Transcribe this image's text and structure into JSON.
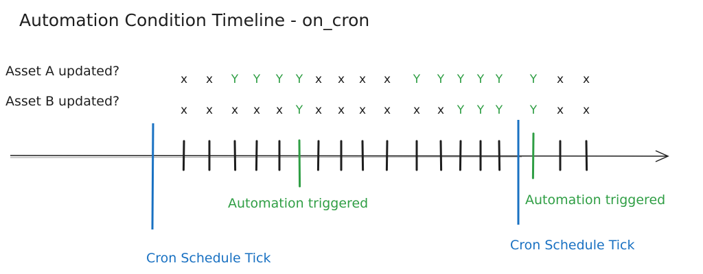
{
  "title": "Automation Condition Timeline - on_cron",
  "rows": [
    {
      "label": "Asset A updated?",
      "values": [
        "x",
        "x",
        "Y",
        "Y",
        "Y",
        "Y",
        "x",
        "x",
        "x",
        "x",
        "Y",
        "Y",
        "Y",
        "Y",
        "Y",
        "Y",
        "x",
        "x"
      ]
    },
    {
      "label": "Asset B updated?",
      "values": [
        "x",
        "x",
        "x",
        "x",
        "x",
        "Y",
        "x",
        "x",
        "x",
        "x",
        "x",
        "x",
        "Y",
        "Y",
        "Y",
        "Y",
        "x",
        "x"
      ]
    }
  ],
  "triggered_columns": [
    5,
    15
  ],
  "cron_ticks": [
    {
      "label": "Cron Schedule Tick"
    },
    {
      "label": "Cron Schedule Tick"
    }
  ],
  "trigger_labels": [
    {
      "label": "Automation triggered"
    },
    {
      "label": "Automation triggered"
    }
  ],
  "colors": {
    "yes": "#2f9e44",
    "no": "#1e1e1e",
    "cron": "#1971c2",
    "tick": "#1e1e1e"
  }
}
